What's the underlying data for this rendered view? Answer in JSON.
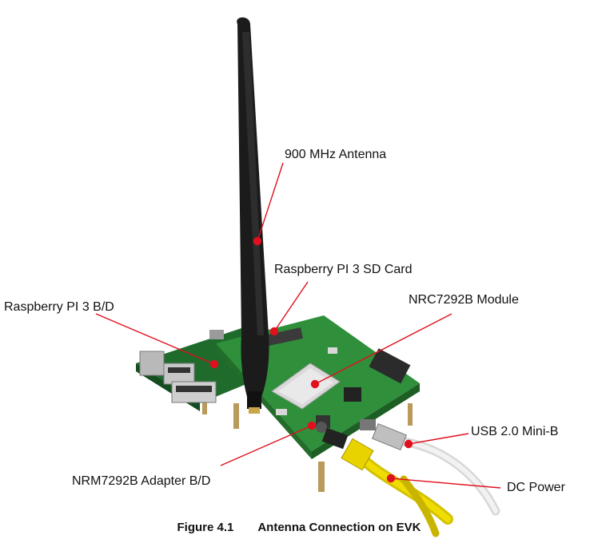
{
  "figure": {
    "number": "Figure 4.1",
    "title": "Antenna Connection on EVK"
  },
  "callouts": {
    "antenna": "900 MHz Antenna",
    "sd_card": "Raspberry PI 3 SD Card",
    "rpi_board": "Raspberry PI 3 B/D",
    "module": "NRC7292B Module",
    "usb": "USB 2.0 Mini-B",
    "adapter": "NRM7292B Adapter B/D",
    "dc_power": "DC Power"
  },
  "colors": {
    "leader_line": "#e0101e",
    "pcb_green": "#2f8f3a",
    "antenna_black": "#1b1b1b",
    "cable_yellow": "#e8d200",
    "cable_white": "#e6e6e6"
  }
}
